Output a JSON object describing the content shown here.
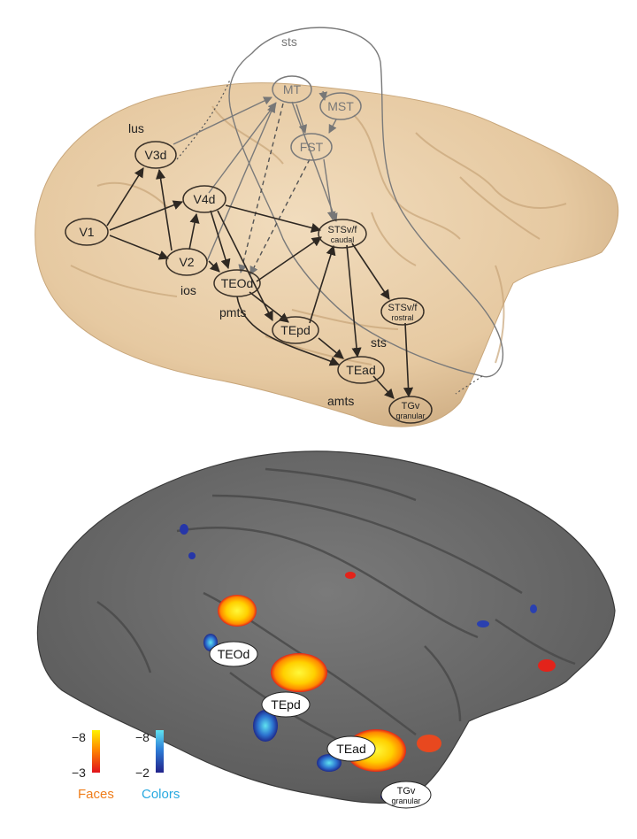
{
  "top_panel": {
    "sulci": {
      "sts_top": "sts",
      "lus": "lus",
      "ios": "ios",
      "pmts": "pmts",
      "sts_lower": "sts",
      "amts": "amts"
    },
    "areas": {
      "V1": "V1",
      "V2": "V2",
      "V3d": "V3d",
      "V4d": "V4d",
      "TEOd": "TEOd",
      "TEpd": "TEpd",
      "TEad": "TEad",
      "MT": "MT",
      "MST": "MST",
      "FST": "FST",
      "STSvf_caudal_main": "STSv/f",
      "STSvf_caudal_sub": "caudal",
      "STSvf_rostral_main": "STSv/f",
      "STSvf_rostral_sub": "rostral",
      "TGv_main": "TGv",
      "TGv_sub": "granular"
    }
  },
  "bottom_panel": {
    "labels": {
      "TEOd": "TEOd",
      "TEpd": "TEpd",
      "TEad": "TEad",
      "TGv_main": "TGv",
      "TGv_sub": "granular"
    },
    "legend": {
      "faces": {
        "top": "−8",
        "bottom": "−3",
        "label": "Faces",
        "label_color": "#ef7d1a"
      },
      "colors": {
        "top": "−8",
        "bottom": "−2",
        "label": "Colors",
        "label_color": "#29a9e0"
      }
    }
  },
  "colors": {
    "brain_tan": "#e9cfaa",
    "area_outline": "#3a3128",
    "dorsal_outline": "#7a7a7a",
    "surface_gray": "#6b6b6b"
  }
}
